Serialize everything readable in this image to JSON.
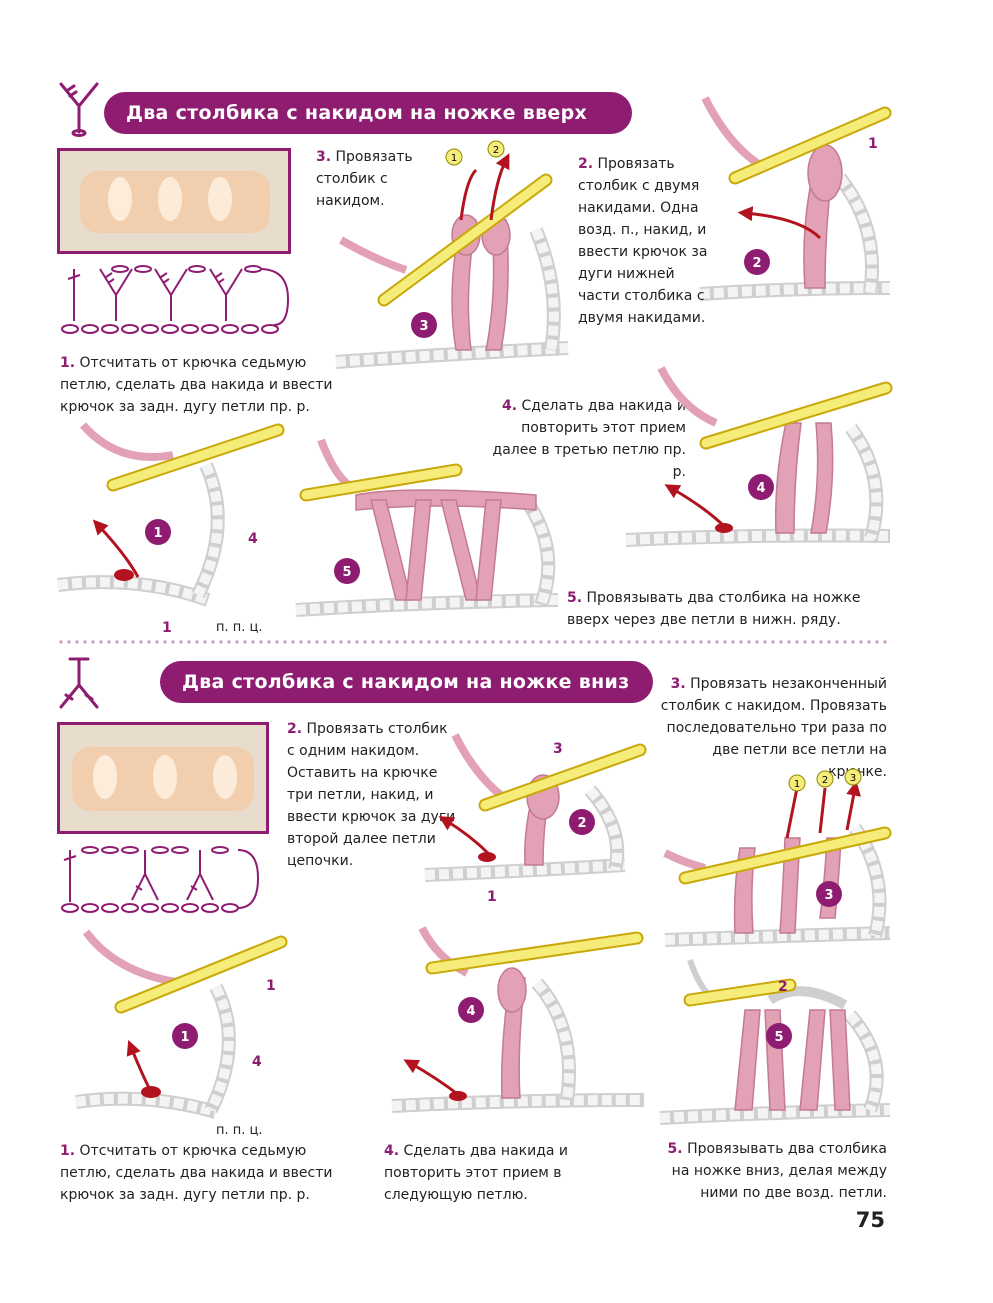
{
  "page_number": "75",
  "colors": {
    "accent": "#8e1d72",
    "yarn_pink": "#e3a1b5",
    "hook_yellow": "#f6ec7a",
    "arrow_red": "#b3121f",
    "chain_white": "#f4f4f4"
  },
  "section1": {
    "title": "Два столбика с накидом  на ножке вверх",
    "step1": {
      "num": "1.",
      "text": "Отсчитать от крючка седьмую петлю, сделать два накида и ввести крючок за задн. дугу петли пр. р."
    },
    "step2": {
      "num": "2.",
      "text": "Провязать столбик с двумя накидами. Одна возд. п., накид, и ввести крючок за дуги нижней части столбика с двумя накидами."
    },
    "step3": {
      "num": "3.",
      "text": "Провязать столбик с накидом."
    },
    "step4": {
      "num": "4.",
      "text": "Сделать два накида и повторить этот прием далее в третью петлю пр. р."
    },
    "step5": {
      "num": "5.",
      "text": "Провязывать два столбика на ножке вверх через две петли в нижн. ряду."
    },
    "labels": {
      "ppc": "п. п. ц.",
      "one": "1",
      "four": "4",
      "badge1": "1",
      "badge2": "2",
      "badge3": "3",
      "badge4": "4",
      "badge5": "5",
      "circ1": "1",
      "circ2": "2",
      "mark1": "1"
    }
  },
  "section2": {
    "title": "Два столбика с накидом  на ножке вниз",
    "step1": {
      "num": "1.",
      "text": "Отсчитать от крючка седьмую петлю, сделать два накида и ввести крючок за задн. дугу петли пр. р."
    },
    "step2": {
      "num": "2.",
      "text": "Провязать столбик с одним накидом. Оставить на крючке три петли, накид, и ввести крючок за дуги второй далее петли цепочки."
    },
    "step3": {
      "num": "3.",
      "text": "Провязать незаконченный столбик с накидом. Провязать последовательно три раза по две петли все петли на крючке."
    },
    "step4": {
      "num": "4.",
      "text": "Сделать два накида и повторить этот прием в следующую петлю."
    },
    "step5": {
      "num": "5.",
      "text": "Провязывать два столбика на ножке вниз, делая между ними по две возд. петли."
    },
    "labels": {
      "ppc": "п. п. ц.",
      "one": "1",
      "four": "4",
      "three": "3",
      "two": "2",
      "badge1": "1",
      "badge2": "2",
      "badge3": "3",
      "badge4": "4",
      "badge5": "5",
      "circ1": "1",
      "circ2": "2",
      "circ3": "3"
    }
  }
}
